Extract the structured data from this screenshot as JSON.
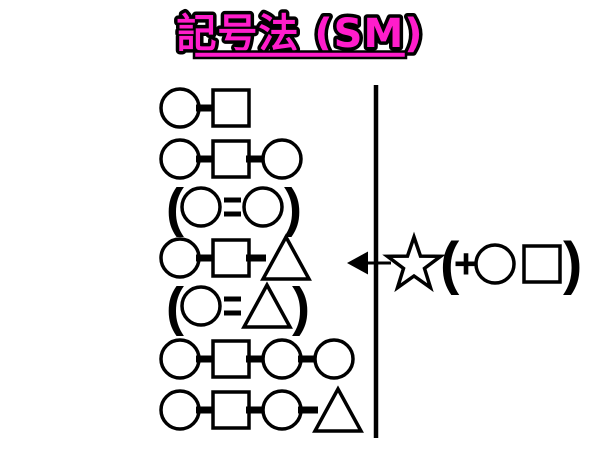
{
  "title": {
    "text": "記号法 (SM)",
    "color": "#ff1dcb",
    "outline_color": "#000000",
    "underlined": true
  },
  "colors": {
    "background": "#ffffff",
    "ink": "#000000",
    "accent_pink": "#ff1dcb"
  },
  "diagram": {
    "paren_glyphs": {
      "open": "(",
      "close": ")"
    },
    "row_centers_y": [
      108,
      159,
      207,
      258,
      306,
      359,
      410
    ],
    "rows": [
      {
        "tokens": [
          "circle",
          "bond",
          "square"
        ]
      },
      {
        "tokens": [
          "circle",
          "bond",
          "square",
          "bond",
          "circle"
        ]
      },
      {
        "tokens": [
          "lparen",
          "circle",
          "equals",
          "circle",
          "rparen"
        ]
      },
      {
        "tokens": [
          "circle",
          "bond",
          "square",
          "bond",
          "triangle"
        ]
      },
      {
        "tokens": [
          "lparen",
          "circle",
          "equals",
          "triangle",
          "rparen"
        ]
      },
      {
        "tokens": [
          "circle",
          "bond",
          "square",
          "bond",
          "circle",
          "bond",
          "circle"
        ]
      },
      {
        "tokens": [
          "circle",
          "bond",
          "square",
          "bond",
          "circle",
          "bond",
          "triangle"
        ]
      }
    ],
    "divider": {
      "present": true
    }
  },
  "annotation": {
    "arrow_direction": "left",
    "star": "star-outline",
    "open_paren": "(",
    "plus": "+",
    "close_paren": ")",
    "shapes": [
      "circle",
      "square"
    ]
  }
}
